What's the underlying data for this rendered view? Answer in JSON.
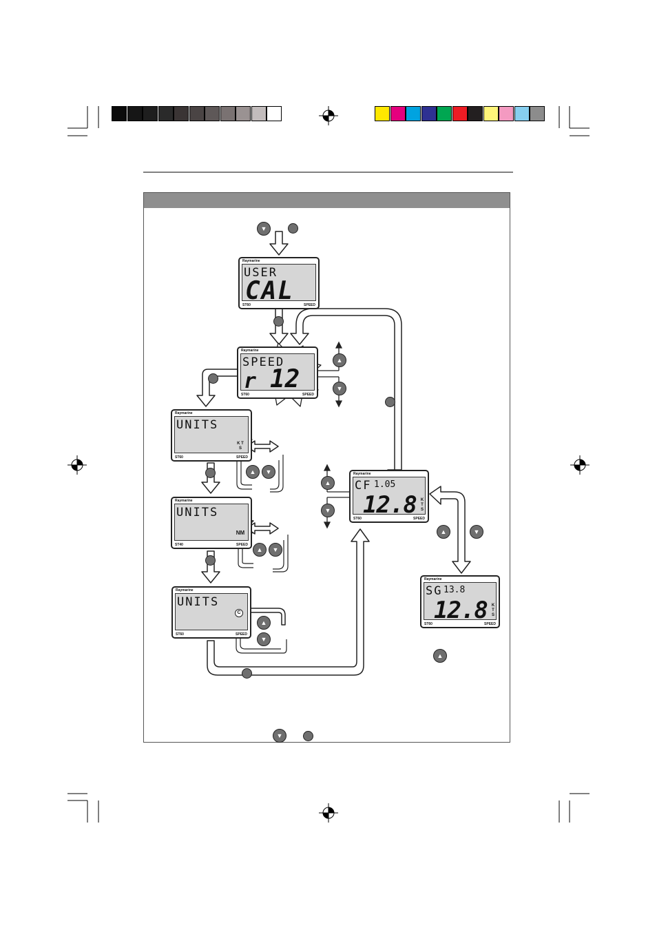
{
  "print_marks": {
    "grey_swatches": [
      "#0b0b0b",
      "#161616",
      "#1e1e1e",
      "#2a2a2a",
      "#3a3434",
      "#4a4444",
      "#5e5858",
      "#7a7272",
      "#9a9292",
      "#c2bcbc",
      "#ffffff"
    ],
    "color_swatches": [
      "#ffe800",
      "#e5007e",
      "#00a3e0",
      "#2e3192",
      "#00a651",
      "#ed1c24",
      "#231f20",
      "#fff57a",
      "#f49ac1",
      "#87cfef",
      "#8c8c8c"
    ]
  },
  "colors": {
    "panel_header": "#8f8f8f",
    "lcd_screen": "#d6d6d6",
    "button": "#6f6f6f"
  },
  "icons": {
    "up": "up-arrow-button-icon",
    "down": "down-arrow-button-icon",
    "disp": "display-button-icon",
    "up_glyph": "▲",
    "down_glyph": "▼"
  },
  "displays": {
    "user_cal": {
      "brand": "Raymarine",
      "top": "USER",
      "big": "CAL",
      "model": "ST60",
      "func": "SPEED"
    },
    "speed_r12": {
      "brand": "Raymarine",
      "top": "SPEED",
      "prefix": "r",
      "big": "12",
      "model": "ST60",
      "func": "SPEED"
    },
    "units_kts": {
      "brand": "Raymarine",
      "top": "UNITS",
      "unit": "K T S",
      "model": "ST60",
      "func": "SPEED"
    },
    "units_nm": {
      "brand": "Raymarine",
      "top": "UNITS",
      "unit": "NM",
      "model": "ST40",
      "func": "SPEED"
    },
    "units_c": {
      "brand": "Raymarine",
      "top": "UNITS",
      "unit": "C",
      "model": "ST60",
      "func": "SPEED"
    },
    "cf_display": {
      "brand": "Raymarine",
      "top": "CF",
      "cf_value": "1.05",
      "big": "12.8",
      "unit": "K T S",
      "model": "ST60",
      "func": "SPEED"
    },
    "sg_display": {
      "brand": "Raymarine",
      "top": "SG",
      "sg_value": "13.8",
      "big": "12.8",
      "unit": "K T S",
      "model": "ST60",
      "func": "SPEED"
    }
  }
}
